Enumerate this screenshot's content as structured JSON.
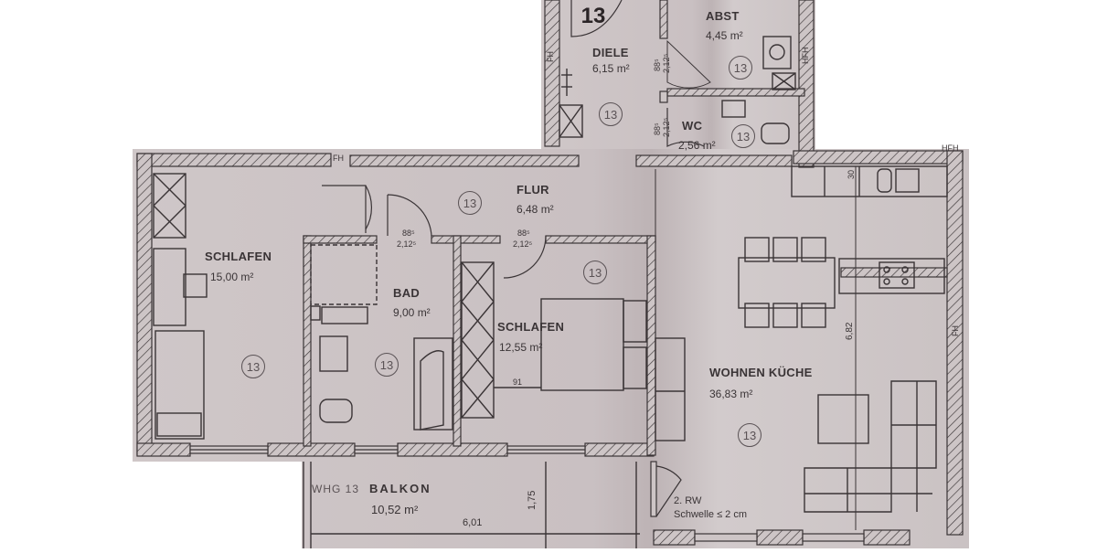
{
  "plan": {
    "unit_number": "13",
    "unit_marker": "13",
    "colors": {
      "paper": "#cdc5c6",
      "paper_dark": "#b9b0b2",
      "line": "#3a3436",
      "background": "#ffffff"
    },
    "rooms": [
      {
        "id": "diele",
        "name": "DIELE",
        "area": "6,15 m²",
        "marker": "13"
      },
      {
        "id": "abst",
        "name": "ABST",
        "area": "4,45 m²",
        "marker": "13"
      },
      {
        "id": "wc",
        "name": "WC",
        "area": "2,56 m²",
        "marker": "13"
      },
      {
        "id": "flur",
        "name": "FLUR",
        "area": "6,48 m²",
        "marker": "13"
      },
      {
        "id": "schlafen1",
        "name": "SCHLAFEN",
        "area": "15,00 m²",
        "marker": "13"
      },
      {
        "id": "bad",
        "name": "BAD",
        "area": "9,00 m²",
        "marker": "13"
      },
      {
        "id": "schlafen2",
        "name": "SCHLAFEN",
        "area": "12,55 m²",
        "marker": "13"
      },
      {
        "id": "wohnen",
        "name": "WOHNEN KÜCHE",
        "area": "36,83 m²",
        "marker": "13"
      },
      {
        "id": "balkon",
        "prefix": "WHG 13",
        "name": "BALKON",
        "area": "10,52 m²"
      }
    ],
    "door_dims": [
      {
        "top": "88⁵",
        "bottom": "2,12⁵"
      },
      {
        "top": "88⁵",
        "bottom": "2,12⁵"
      },
      {
        "top": "88⁵",
        "bottom": "2,12⁵"
      },
      {
        "top": "88⁵",
        "bottom": "2,12⁵"
      }
    ],
    "dimensions": {
      "balkon_width": "6,01",
      "balkon_depth": "1,75",
      "wohnen_length": "6,82",
      "bed_clearance": "91",
      "kitchen_counter": "30"
    },
    "wall_marks": {
      "fh": "FH",
      "hfh": "HFH"
    },
    "notes": {
      "rw": "2. RW",
      "threshold": "Schwelle ≤ 2 cm"
    }
  }
}
